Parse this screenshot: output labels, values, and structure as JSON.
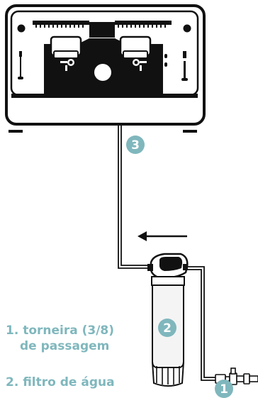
{
  "colors": {
    "accent": "#7fb7bd",
    "line": "#111111",
    "filter_body": "#f4f4f4",
    "machine_outline": "#111111"
  },
  "markers": {
    "marker_1": "1",
    "marker_2": "2",
    "marker_3": "3"
  },
  "legend": {
    "item_1_line1": "1. torneira (3/8)",
    "item_1_line2": "de passagem",
    "item_2": "2. filtro de água"
  },
  "icons": {
    "flow_arrow": "left-arrow-icon",
    "machine": "espresso-machine-icon",
    "filter": "water-filter-icon",
    "valve": "valve-icon"
  }
}
